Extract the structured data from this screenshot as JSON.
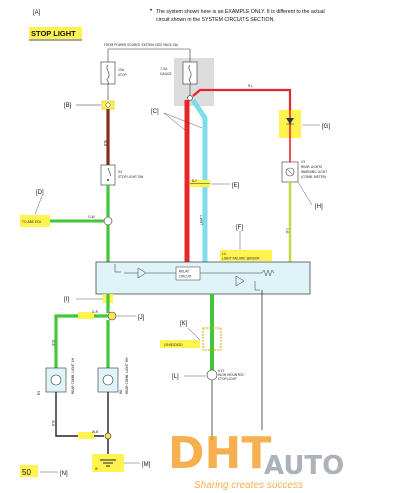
{
  "header": {
    "label_a": "[A]",
    "title": "STOP LIGHT",
    "note_bullet": "•",
    "note_line1": "The system shown here is an EXAMPLE ONLY. It is different to the actual",
    "note_line2": "circuit shown in the SYSTEM CIRCUITS SECTION."
  },
  "power_label": "FROM POWER SOURCE SYSTEM (SEE PAGE 48)",
  "fuses": {
    "left_rating": "15A",
    "left_name": "STOP",
    "right_rating": "7.5A",
    "right_name": "GAUGE"
  },
  "callouts": {
    "b": "[B]",
    "c": "[C]",
    "d": "[D]",
    "e": "[E]",
    "f": "[F]",
    "g": "[G]",
    "h": "[H]",
    "i": "[I]",
    "j": "[J]",
    "k": "[K]",
    "l": "[L]",
    "m": "[M]",
    "n": "[N]"
  },
  "components": {
    "stop_sw_id": "S4",
    "stop_sw_name": "STOP LIGHT SW",
    "abs_ecu": "TO ABS ECU",
    "rear_lights_id": "C5",
    "rear_lights_name1": "REAR LIGHTS",
    "rear_lights_name2": "WARNING LIGHT",
    "rear_lights_name3": "(COMB. METER)",
    "failure_sensor_id": "L4",
    "failure_sensor_name": "LIGHT FAILURE SENSOR",
    "relay_label1": "RELAY",
    "relay_label2": "CIRCUIT",
    "shielded": "(SHIELDED)",
    "hmsl_id": "H17",
    "hmsl_name1": "HIGH MOUNTED",
    "hmsl_name2": "STOP LIGHT",
    "rl_left_id": "R5",
    "rl_left_name": "REAR COMB. LIGHT LH",
    "rl_right_id": "R6",
    "rl_right_name": "REAR COMB. LIGHT RH",
    "ground": "IE"
  },
  "wires": {
    "w_b": "W-B",
    "g_w": "G-W",
    "r_l": "R-L",
    "b_y": "B-Y",
    "y_g": "Y-G",
    "l_wht": "L-WHT",
    "g_r": "G-R",
    "g_b": "G-B",
    "w_b2": "W-B"
  },
  "page_number": "50",
  "watermark": {
    "logo_text": "DHT",
    "brand": "AUTO",
    "tagline": "Sharing creates success"
  },
  "colors": {
    "red_wire": "#e8252a",
    "cyan_wire": "#7fdcea",
    "green_wire": "#44c63a",
    "yellow_wire": "#c4d83a",
    "highlight": "#fff44f",
    "box_fill": "#dff4f8",
    "watermark_orange": "#f39a1e"
  }
}
